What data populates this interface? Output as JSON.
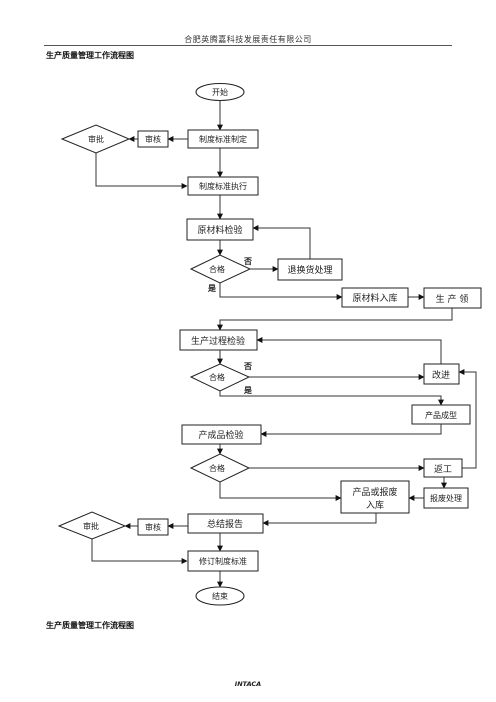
{
  "header": {
    "company": "合肥英腾嘉科技发展责任有限公司"
  },
  "section_title_top": "生产质量管理工作流程图",
  "section_title_bottom": "生产质量管理工作流程图",
  "footer": {
    "brand": "INTACA"
  },
  "flow": {
    "start": "开始",
    "approve_1": "审批",
    "review_1": "审核",
    "formulate": "制度标准制定",
    "execute": "制度标准执行",
    "raw_inspect": "原材料检验",
    "qualified_1": "合格",
    "no_1": "否",
    "yes_1": "是",
    "return_goods": "退换货处理",
    "raw_storage": "原材料入库",
    "production_pick": "生 产 领",
    "process_inspect": "生产过程检验",
    "qualified_2": "合格",
    "no_2": "否",
    "yes_2": "是",
    "improve": "改进",
    "product_done": "产品成型",
    "finished_inspect": "产成品检验",
    "qualified_3": "合格",
    "rework": "返工",
    "product_or_scrap_line1": "产品或报废",
    "product_or_scrap_line2": "入库",
    "scrap_handle": "报废处理",
    "approve_2": "审批",
    "review_2": "审核",
    "summary_report": "总结报告",
    "revise": "修订制度标准",
    "end": "结束"
  }
}
